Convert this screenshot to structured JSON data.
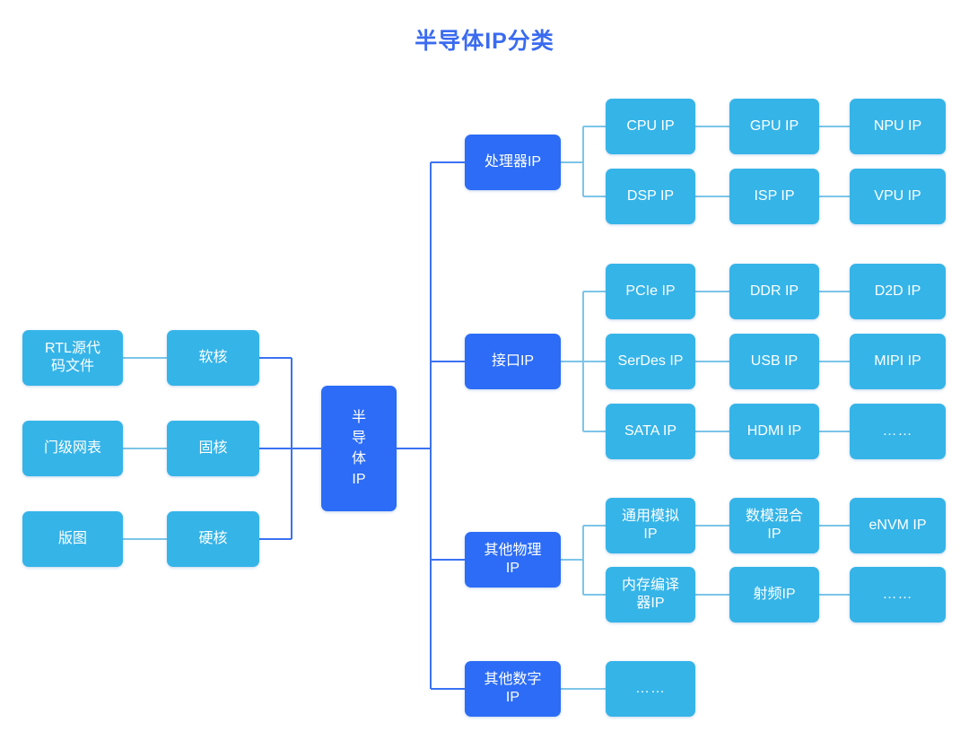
{
  "title": "半导体IP分类",
  "colors": {
    "title": "#3a6bf0",
    "light_blue": "#35b4e8",
    "dark_blue": "#2c6cf6",
    "connector_dark": "#3b72f2",
    "connector_light": "#7cc5e8",
    "background": "#ffffff"
  },
  "root": {
    "label": "半\n导\n体\nIP"
  },
  "left_branch": {
    "sources": [
      {
        "label": "RTL源代\n码文件"
      },
      {
        "label": "门级网表"
      },
      {
        "label": "版图"
      }
    ],
    "cores": [
      {
        "label": "软核"
      },
      {
        "label": "固核"
      },
      {
        "label": "硬核"
      }
    ]
  },
  "categories": [
    {
      "label": "处理器IP",
      "rows": [
        [
          "CPU IP",
          "GPU IP",
          "NPU IP"
        ],
        [
          "DSP IP",
          "ISP IP",
          "VPU IP"
        ]
      ]
    },
    {
      "label": "接口IP",
      "rows": [
        [
          "PCIe IP",
          "DDR IP",
          "D2D IP"
        ],
        [
          "SerDes IP",
          "USB IP",
          "MIPI IP"
        ],
        [
          "SATA IP",
          "HDMI IP",
          "……"
        ]
      ]
    },
    {
      "label": "其他物理\nIP",
      "rows": [
        [
          "通用模拟\nIP",
          "数模混合\nIP",
          "eNVM IP"
        ],
        [
          "内存编译\n器IP",
          "射频IP",
          "……"
        ]
      ]
    },
    {
      "label": "其他数字\nIP",
      "rows": [
        [
          "……"
        ]
      ]
    }
  ]
}
